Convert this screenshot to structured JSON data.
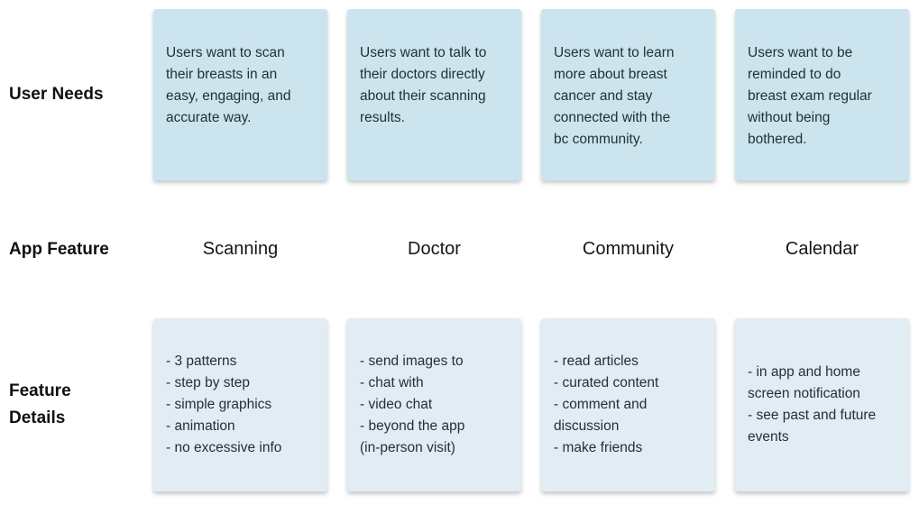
{
  "colors": {
    "card_top_bg": "#cce4ee",
    "card_bottom_bg": "#e1edf3",
    "card_text": "#22303a",
    "label_text": "#101010"
  },
  "row_labels": {
    "user_needs": "User Needs",
    "app_feature": "App Feature",
    "feature_details": [
      "Feature",
      "Details"
    ]
  },
  "columns": [
    {
      "feature": "Scanning",
      "user_need": [
        "Users want to scan",
        "their breasts in an",
        "easy, engaging, and",
        "accurate way."
      ],
      "details": [
        "- 3 patterns",
        "- step by step",
        "- simple graphics",
        "- animation",
        "- no excessive info"
      ]
    },
    {
      "feature": "Doctor",
      "user_need": [
        "Users want to talk to",
        "their doctors directly",
        "about their scanning",
        "results."
      ],
      "details": [
        "- send images to",
        "- chat with",
        "- video chat",
        "- beyond the app",
        "(in-person visit)"
      ]
    },
    {
      "feature": "Community",
      "user_need": [
        "Users want to learn",
        "more about breast",
        "cancer and stay",
        "connected with the",
        "bc community."
      ],
      "details": [
        "- read articles",
        "- curated content",
        "- comment and",
        "discussion",
        "- make friends"
      ]
    },
    {
      "feature": "Calendar",
      "user_need": [
        "Users want to be",
        "reminded to do",
        "breast exam regular",
        "without being",
        "bothered."
      ],
      "details": [
        "- in app and home",
        "screen notification",
        "- see past and future",
        "events"
      ]
    }
  ]
}
